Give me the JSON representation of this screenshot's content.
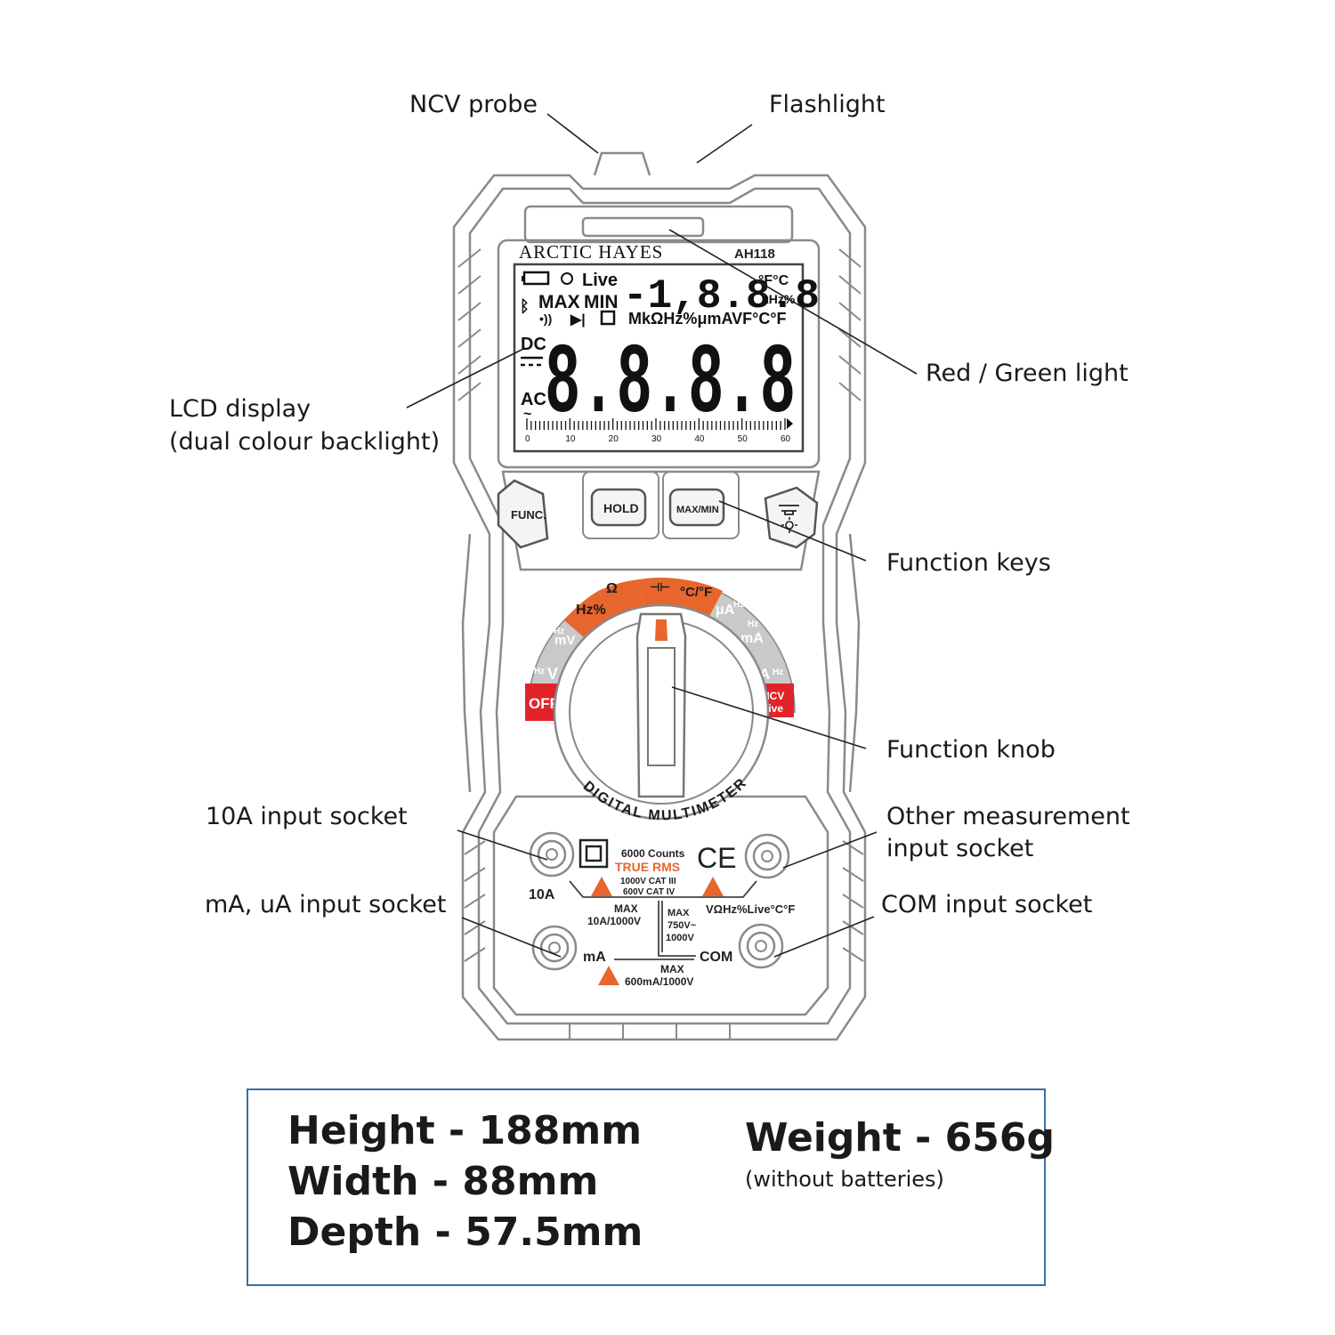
{
  "callouts": {
    "ncv_probe": "NCV probe",
    "flashlight": "Flashlight",
    "red_green_light": "Red / Green light",
    "lcd_display_line1": "LCD display",
    "lcd_display_line2": "(dual colour backlight)",
    "function_keys": "Function keys",
    "function_knob": "Function knob",
    "input_10a": "10A input socket",
    "input_ma_ua": "mA, uA input socket",
    "input_other_line1": "Other measurement",
    "input_other_line2": "input socket",
    "input_com": "COM input socket"
  },
  "device": {
    "brand": "ARCTIC HAYES",
    "model": "AH118",
    "lcd": {
      "live": "Live",
      "max": "MAX",
      "min": "MIN",
      "small_digits": "-1,8.8.8",
      "unit_top": "°F°C",
      "unit_mid": "kHz%",
      "unit_row": "MkΩHz%μmAVF°C°F",
      "dc": "DC",
      "ac": "AC",
      "big_digits": "8.8.8.8",
      "scale": [
        "0",
        "10",
        "20",
        "30",
        "40",
        "50",
        "60"
      ]
    },
    "buttons": {
      "func": "FUNC.",
      "hold": "HOLD",
      "maxmin": "MAX/MIN"
    },
    "dial": {
      "off": "OFF",
      "ncv_line1": "NCV",
      "ncv_line2": "Live",
      "hz": "Hz%",
      "ohm": "Ω",
      "cap": "⊣⊢",
      "temp": "°C/°F",
      "ua": "μA",
      "ma": "mA",
      "a": "A",
      "mv": "mV",
      "v": "V",
      "hz_small": "Hz",
      "ring_text": "DIGITAL MULTIMETER"
    },
    "panel": {
      "counts": "6000 Counts",
      "true_rms": "TRUE RMS",
      "cat1": "1000V CAT III",
      "cat2": "600V CAT IV",
      "label_10a": "10A",
      "label_ma": "mA",
      "label_com": "COM",
      "label_vohm": "VΩHz%Live°C°F",
      "fuse_10a_1": "MAX",
      "fuse_10a_2": "10A/1000V",
      "max_v1": "MAX",
      "max_v2": "750V~",
      "max_v3": "1000V",
      "fuse_ma_1": "MAX",
      "fuse_ma_2": "600mA/1000V",
      "ce": "CE"
    }
  },
  "specs": {
    "height": "Height - 188mm",
    "width": "Width - 88mm",
    "depth": "Depth - 57.5mm",
    "weight": "Weight - 656g",
    "weight_note": "(without batteries)"
  },
  "colors": {
    "outline": "#8a8a8a",
    "dial_orange": "#e8662e",
    "dial_red": "#e0242a",
    "dial_grey": "#c9c9c9",
    "warning_orange": "#e8662e",
    "spec_border": "#3a6ea8"
  }
}
